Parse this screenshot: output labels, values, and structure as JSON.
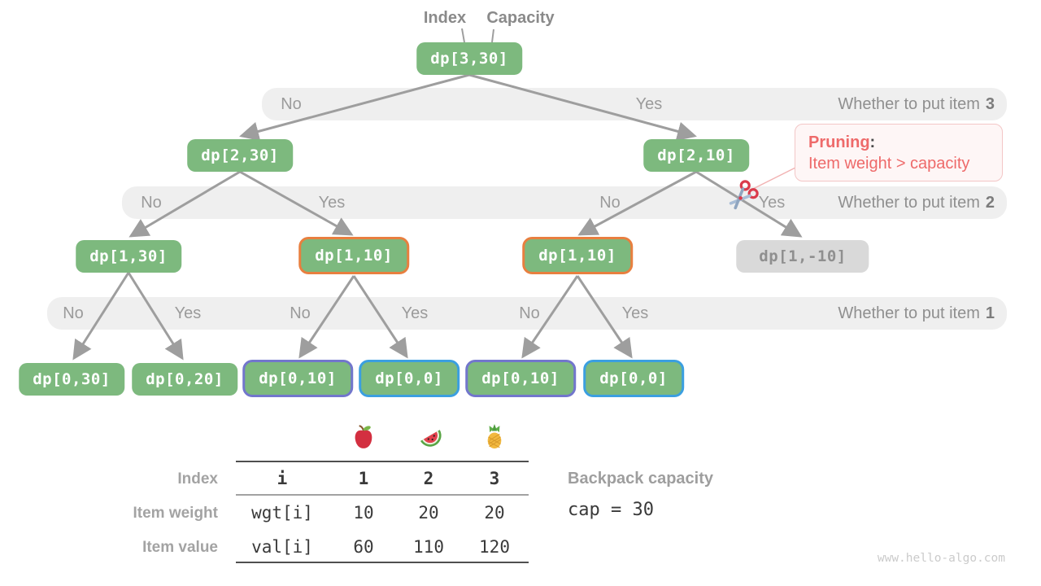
{
  "pointer_labels": {
    "index": "Index",
    "capacity": "Capacity"
  },
  "nodes": {
    "root": "dp[3,30]",
    "l2_left": "dp[2,30]",
    "l2_right": "dp[2,10]",
    "l3_1": "dp[1,30]",
    "l3_2": "dp[1,10]",
    "l3_3": "dp[1,10]",
    "l3_4": "dp[1,-10]",
    "l4_1": "dp[0,30]",
    "l4_2": "dp[0,20]",
    "l4_3": "dp[0,10]",
    "l4_4": "dp[0,0]",
    "l4_5": "dp[0,10]",
    "l4_6": "dp[0,0]"
  },
  "bands": [
    {
      "choices": [
        "No",
        "Yes"
      ],
      "title_prefix": "Whether to put item",
      "item_number": "3"
    },
    {
      "choices": [
        "No",
        "Yes",
        "No",
        "Yes"
      ],
      "title_prefix": "Whether to put item",
      "item_number": "2"
    },
    {
      "choices": [
        "No",
        "Yes",
        "No",
        "Yes",
        "No",
        "Yes"
      ],
      "title_prefix": "Whether to put item",
      "item_number": "1"
    }
  ],
  "pruning": {
    "title": "Pruning",
    "colon": ":",
    "description": "Item weight > capacity"
  },
  "table": {
    "fruit_icons": [
      "apple-icon",
      "watermelon-icon",
      "pineapple-icon"
    ],
    "row_labels": [
      "Index",
      "Item weight",
      "Item value"
    ],
    "header": {
      "key": "i",
      "values": [
        "1",
        "2",
        "3"
      ]
    },
    "weight": {
      "key": "wgt[i]",
      "values": [
        "10",
        "20",
        "20"
      ]
    },
    "value": {
      "key": "val[i]",
      "values": [
        "60",
        "110",
        "120"
      ]
    }
  },
  "backpack": {
    "label": "Backpack capacity",
    "formula": "cap = 30"
  },
  "meta": {
    "watermark": "www.hello-algo.com"
  },
  "colors": {
    "node_green": "#7db97e",
    "node_gray": "#d9d9d9",
    "border_orange": "#e87f3f",
    "border_purple": "#7276cc",
    "border_blue": "#3b9fe0",
    "pruning_red": "#ee6a6a",
    "band_gray": "#efefef",
    "arrow_gray": "#9e9e9e"
  }
}
